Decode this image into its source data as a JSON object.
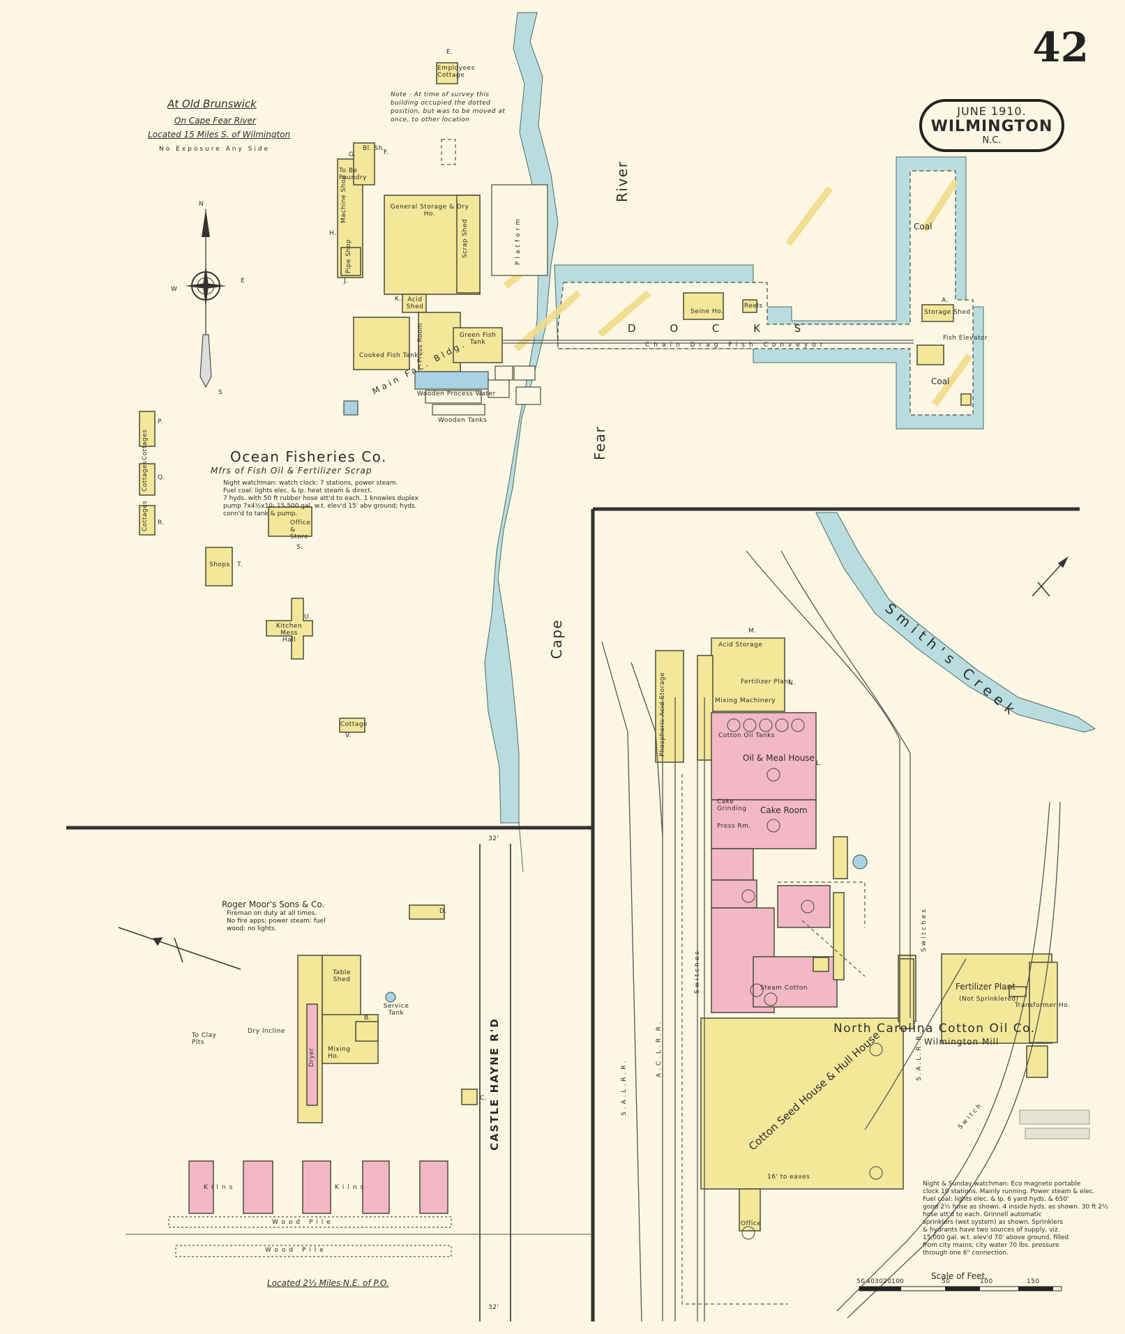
{
  "sheet": {
    "number": "42"
  },
  "stamp": {
    "date": "JUNE 1910.",
    "city": "WILMINGTON",
    "state": "N.C."
  },
  "brunswick": {
    "title": "At Old Brunswick",
    "subtitle": "On Cape Fear River",
    "location": "Located 15 Miles S. of Wilmington",
    "exposure": "No Exposure Any Side",
    "note": "Note - At time of survey this building occupied the dotted position, but was to be moved at once, to other location",
    "company": "Ocean Fisheries Co.",
    "products": "Mfrs of Fish Oil & Fertilizer Scrap",
    "details": "Night watchman: watch clock: 7 stations, power steam.\nFuel coal: lights elec. & lp. heat steam & direct.\n7 hyds. with 50 ft rubber hose att'd to each. 1 knowles duplex\npump 7x4½x10; 15,500 gal. w.t. elev'd 15' abv ground; hyds.\nconn'd to tank & pump."
  },
  "water": {
    "river_words": [
      "Cape",
      "Fear",
      "River"
    ],
    "creek": "Smith's Creek",
    "docks": "D O C K S",
    "conveyor": "Chain Drag Fish Conveyor"
  },
  "north_carolina": {
    "company": "North Carolina Cotton Oil Co.",
    "mill": "Wilmington Mill",
    "details": "Night & Sunday watchman: Eco magneto portable\nclock 10 stations. Mainly running. Power steam & elec.\nFuel coal: lights elec. & lp. 6 yard hyds. & 650'\ngood 2½ hose as shown. 4 inside hyds. as shown. 30 ft 2½\nhose att'd to each. Grinnell automatic\nsprinklers (wet system) as shown. Sprinklers\n& hydrants have two sources of supply, viz.\n15,000 gal. w.t. elev'd 70' above ground, filled\nfrom city mains; city water 70 lbs. pressure\nthrough one 6\" connection."
  },
  "roger": {
    "company": "Roger Moor's Sons & Co.",
    "details": "Fireman on duty at all times.\nNo fire apps; power steam: fuel\nwood: no lights.",
    "location": "Located 2½ Miles N.E. of P.O.",
    "road": "CASTLE HAYNE R'D"
  },
  "scale": {
    "label": "Scale of Feet.",
    "ticks": [
      "50",
      "40",
      "30",
      "20",
      "10",
      "0",
      "50",
      "100",
      "150"
    ]
  },
  "labels": {
    "general_storage": "General Storage & Dry Ho.",
    "scrap_shed": "Scrap Shed",
    "platform": "Platform",
    "seine_ho": "Seine Ho.",
    "reels": "Reels",
    "coal": "Coal",
    "storage_shed": "Storage Shed",
    "fish_elevator": "Fish Elevator",
    "green_fish_tank": "Green Fish Tank",
    "main_factory": "Main Fac. Bldg.",
    "wooden_tanks": "Wooden Tanks",
    "wooden_process_water": "Wooden Process Water",
    "cooked_fish_tank": "Cooked Fish Tank",
    "press_room": "Press Room",
    "machine_shop": "Machine Shop",
    "to_be_foundry": "To Be Foundry",
    "pipe_shop": "Pipe Shop",
    "employees_cottage": "Employees Cottage",
    "bl_shop": "Bl. Sh.",
    "acid_shed": "Acid Shed",
    "cottages": [
      "Cottages",
      "Cottages",
      "Cottages"
    ],
    "office_store": "Office & Store",
    "shops": "Shops",
    "kitchen_mess": "Kitchen Mess Hall",
    "cottage": "Cottage",
    "acid_storage": "Acid Storage",
    "fertilizer_plant": "Fertilizer Plant",
    "mixing_machinery": "Mixing Machinery",
    "phosphoric": "Phosphoric Acid Storage",
    "cotton_oil_tanks": "Cotton Oil Tanks",
    "oil_meal_house": "Oil & Meal House",
    "cake_grinding": "Cake Grinding",
    "cake_room": "Cake Room",
    "press_rm": "Press Rm.",
    "hull_house": "Cotton Seed House & Hull House",
    "fertilizer_plant_2": "Fertilizer Plant",
    "not_sprinklered": "(Not Sprinklered)",
    "office": "Office",
    "steam_cotton": "Steam Cotton",
    "switch": "Switch",
    "switches": "Switches",
    "salrr": "S.A.L.R.R.",
    "aclrr": "A.C.L.R.R.",
    "transformer": "Transformer Ho.",
    "table_shed": "Table Shed",
    "mixing_ho": "Mixing Ho.",
    "dryer": "Dryer",
    "kilns": [
      "Kilns",
      "Kilns"
    ],
    "wood_pile": [
      "Wood Pile",
      "Wood Pile"
    ],
    "service_tank": "Service Tank",
    "dry_incline": "Dry Incline",
    "to_clay_pits": "To Clay Pits",
    "dist_32": [
      "32'",
      "32'"
    ],
    "feet_16": "16' to eaves",
    "letters": [
      "E.",
      "F.",
      "G.",
      "H.",
      "J.",
      "K.",
      "L.",
      "M.",
      "N.",
      "P.",
      "Q.",
      "R.",
      "S.",
      "T.",
      "U.",
      "V.",
      "A.",
      "B.",
      "C.",
      "D."
    ]
  },
  "compass": {
    "north": "N",
    "east": "E",
    "south": "S",
    "west": "W"
  },
  "colors": {
    "paper": "#fbf7e2",
    "frame_brick": "#f3e79a",
    "brick": "#f2b8c6",
    "water": "#b9dcdf",
    "stone": "#a9d3e4"
  }
}
